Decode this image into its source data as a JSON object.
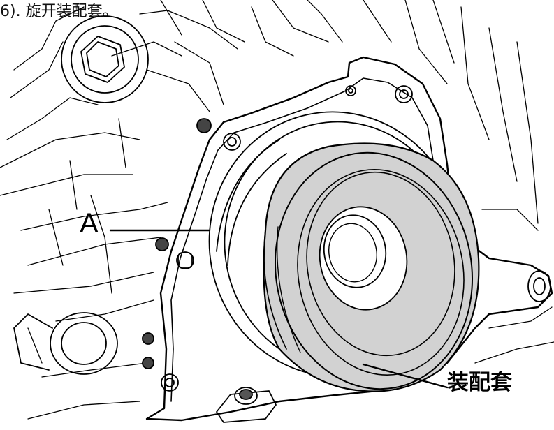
{
  "caption": "6). 旋开装配套。",
  "labels": {
    "a": "A",
    "sleeve": "装配套"
  },
  "colors": {
    "line": "#000000",
    "sleeve_fill": "#d2d2d2",
    "background": "#ffffff"
  }
}
